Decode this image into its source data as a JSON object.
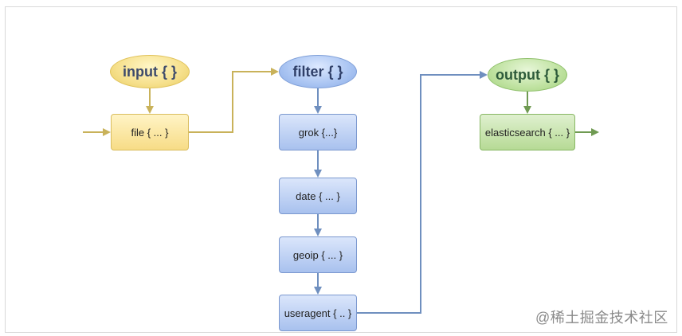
{
  "diagram": {
    "nodes": {
      "input": "input { }",
      "filter": "filter { }",
      "output": "output { }",
      "file": "file { ... }",
      "grok": "grok {...}",
      "date": "date { ... }",
      "geoip": "geoip { ... }",
      "useragent": "useragent { .. }",
      "elasticsearch": "elasticsearch { ... }"
    },
    "colors": {
      "input_stage": "#f6e08c",
      "filter_stage": "#a9c4f2",
      "output_stage": "#bfe2a0",
      "arrow_input": "#c9b25a",
      "arrow_filter": "#6f8fbf",
      "arrow_output": "#6f9a52"
    }
  },
  "watermark": {
    "text": "@稀土掘金技术社区"
  }
}
